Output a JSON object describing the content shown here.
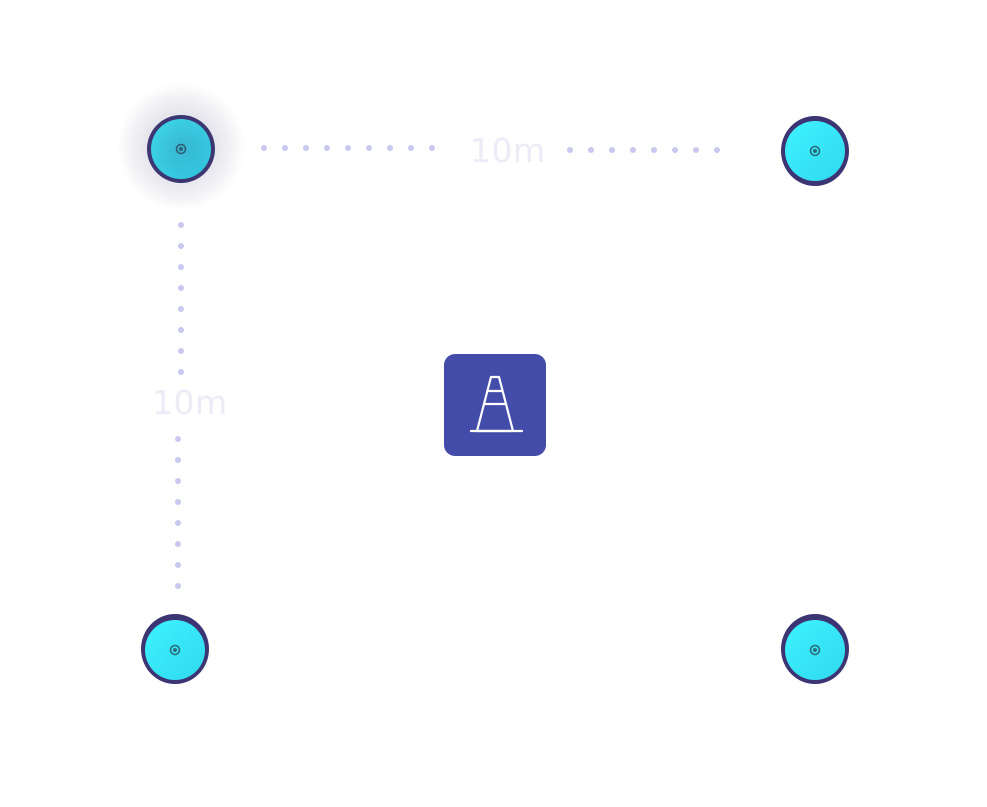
{
  "measurements": {
    "top_label": "10m",
    "left_label": "10m"
  },
  "markers": [
    {
      "id": "top-left",
      "icon": "cone-marker-icon"
    },
    {
      "id": "top-right",
      "icon": "cone-marker-icon"
    },
    {
      "id": "bottom-left",
      "icon": "cone-marker-icon"
    },
    {
      "id": "bottom-right",
      "icon": "cone-marker-icon"
    }
  ],
  "center_icon": "traffic-cone-icon",
  "colors": {
    "marker_fill": "#38e9f7",
    "marker_rim": "#3c3573",
    "dotted_line": "#c9c8ee",
    "label": "#ecebf7",
    "tile": "#434ca8",
    "tile_icon": "#ffffff"
  }
}
